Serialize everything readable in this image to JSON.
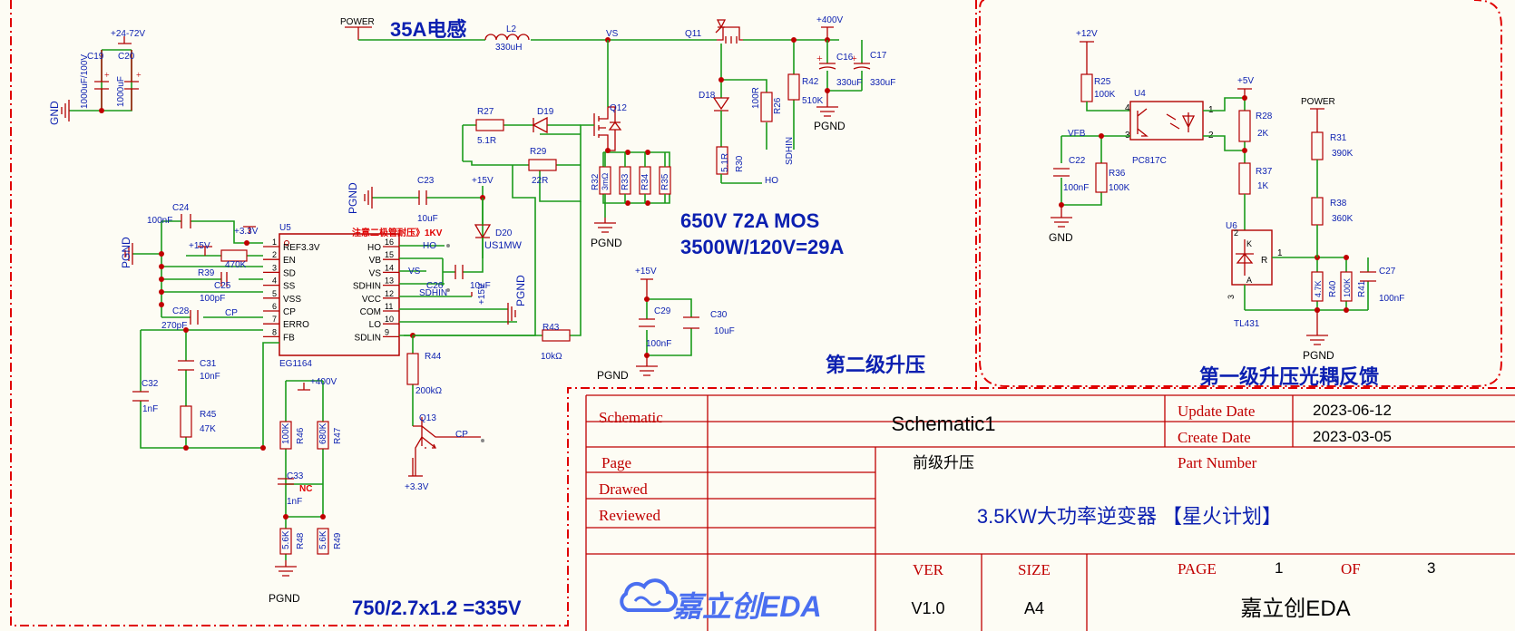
{
  "big_labels": {
    "inductor_note": "35A电感",
    "mos_note": "650V 72A MOS",
    "power_note": "3500W/120V=29A",
    "second_stage": "第二级升压",
    "first_stage": "第一级升压光耦反馈",
    "voltage_note": "750/2.7x1.2 =335V"
  },
  "nets": {
    "power": "POWER",
    "vs": "VS",
    "v400": "+400V",
    "v24_72": "+24-72V",
    "v12": "+12V",
    "v5": "+5V",
    "v15": "+15V",
    "v3_3": "+3.3V",
    "gnd": "GND",
    "pgnd": "PGND",
    "ho": "HO",
    "sdhin": "SDHIN",
    "cp": "CP",
    "vfb": "VFB"
  },
  "components": {
    "l2": "L2",
    "l2_val": "330uH",
    "q11": "Q11",
    "q12": "Q12",
    "q13": "Q13",
    "d18": "D18",
    "d19": "D19",
    "d20": "D20",
    "d20_val": "US1MW",
    "c16": "C16",
    "c16_val": "330uF",
    "c17": "C17",
    "c17_val": "330uF",
    "c19": "C19",
    "c19_val": "1000uF/100V",
    "c20": "C20",
    "c20_val": "1000uF",
    "c22": "C22",
    "c22_val": "100nF",
    "c23": "C23",
    "c23_val": "10uF",
    "c24": "C24",
    "c24_val": "100nF",
    "c25": "C25",
    "c25_val": "100pF",
    "c26": "C26",
    "c26_val": "10uF",
    "c27": "C27",
    "c27_val": "100nF",
    "c28": "C28",
    "c28_val": "270pF",
    "c29": "C29",
    "c29_val": "100nF",
    "c30": "C30",
    "c30_val": "10uF",
    "c31": "C31",
    "c31_val": "10nF",
    "c32": "C32",
    "c32_val": "1nF",
    "c33": "C33",
    "c33_val": "1nF",
    "c33_nc": "NC",
    "r25": "R25",
    "r25_val": "100K",
    "r26": "R26",
    "r26_val": "100R",
    "r27": "R27",
    "r27_val": "5.1R",
    "r28": "R28",
    "r28_val": "2K",
    "r29": "R29",
    "r29_val": "22R",
    "r30": "R30",
    "r30_val": "5.1R",
    "r31": "R31",
    "r31_val": "390K",
    "r32": "R32",
    "r32_val": "3mΩ",
    "r33": "R33",
    "r34": "R34",
    "r35": "R35",
    "r36": "R36",
    "r36_val": "100K",
    "r37": "R37",
    "r37_val": "1K",
    "r38": "R38",
    "r38_val": "360K",
    "r39": "R39",
    "r39_val": "470K",
    "r40": "R40",
    "r40_val": "4.7K",
    "r41": "R41",
    "r41_val": "100K",
    "r42": "R42",
    "r42_val": "510K",
    "r43": "R43",
    "r43_val": "10kΩ",
    "r44": "R44",
    "r44_val": "200kΩ",
    "r45": "R45",
    "r45_val": "47K",
    "r46": "R46",
    "r46_val": "100K",
    "r47": "R47",
    "r47_val": "680K",
    "r48": "R48",
    "r48_val": "5.6K",
    "r49": "R49",
    "r49_val": "5.6K",
    "u4": "U4",
    "u4_part": "PC817C",
    "u5": "U5",
    "u5_part": "EG1164",
    "u6": "U6",
    "u6_part": "TL431",
    "u5_note": "注意二极管耐压》1KV"
  },
  "u5_pins": [
    {
      "num": "1",
      "name": "REF3.3V"
    },
    {
      "num": "2",
      "name": "EN"
    },
    {
      "num": "3",
      "name": "SD"
    },
    {
      "num": "4",
      "name": "SS"
    },
    {
      "num": "5",
      "name": "VSS"
    },
    {
      "num": "6",
      "name": "CP"
    },
    {
      "num": "7",
      "name": "ERRO"
    },
    {
      "num": "8",
      "name": "FB"
    },
    {
      "num": "16",
      "name": "HO"
    },
    {
      "num": "15",
      "name": "VB"
    },
    {
      "num": "14",
      "name": "VS"
    },
    {
      "num": "13",
      "name": "SDHIN"
    },
    {
      "num": "12",
      "name": "VCC"
    },
    {
      "num": "11",
      "name": "COM"
    },
    {
      "num": "10",
      "name": "LO"
    },
    {
      "num": "9",
      "name": "SDLIN"
    }
  ],
  "title_block": {
    "schematic_label": "Schematic",
    "schematic_value": "Schematic1",
    "update_label": "Update Date",
    "update_value": "2023-06-12",
    "create_label": "Create Date",
    "create_value": "2023-03-05",
    "page_label": "Page",
    "page_value": "前级升压",
    "part_label": "Part Number",
    "part_value": "",
    "drawed_label": "Drawed",
    "reviewed_label": "Reviewed",
    "project_title": "3.5KW大功率逆变器 【星火计划】",
    "ver_label": "VER",
    "size_label": "SIZE",
    "page_no_label": "PAGE",
    "page_no": "1",
    "of_label": "OF",
    "page_total": "3",
    "ver_value": "V1.0",
    "size_value": "A4",
    "company": "嘉立创EDA",
    "logo_text": "嘉立创EDA"
  }
}
